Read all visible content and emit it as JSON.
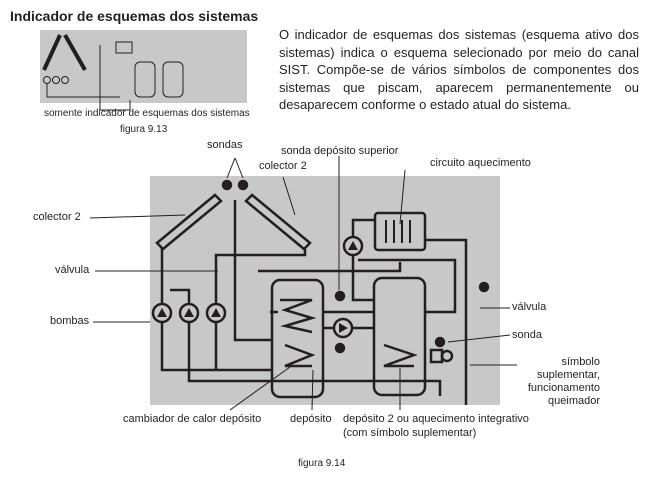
{
  "title": "Indicador de esquemas dos sistemas",
  "paragraph": "O indicador de esquemas dos sistemas (esquema ativo dos sistemas) indica o esquema  selecionado por meio do canal SIST. Compõe-se de vários símbolos de componentes dos sistemas que piscam, aparecem permanentemente ou desaparecem conforme o estado atual do sistema.",
  "fig13": {
    "caption": "somente indicador de esquemas dos sistemas",
    "number": "figura 9.13"
  },
  "fig14": {
    "number": "figura 9.14",
    "labels": {
      "sondas": "sondas",
      "sonda_deposito_superior": "sonda depósito superior",
      "colector2_right": "colector 2",
      "circuito": "circuito aquecimento",
      "colector2_left": "colector 2",
      "valvula_left": "válvula",
      "bombas": "bombas",
      "valvula_right": "válvula",
      "sonda": "sonda",
      "simbolo": "símbolo suplementar, funcionamento queimador",
      "cambiador": "cambiador de calor depósito",
      "deposito": "depósito",
      "deposito2": "depósito 2 ou aquecimento integrativo",
      "deposito2_sub": "(com símbolo suplementar)"
    }
  },
  "colors": {
    "panel": "#c8c8c8",
    "ink": "#231f20"
  }
}
